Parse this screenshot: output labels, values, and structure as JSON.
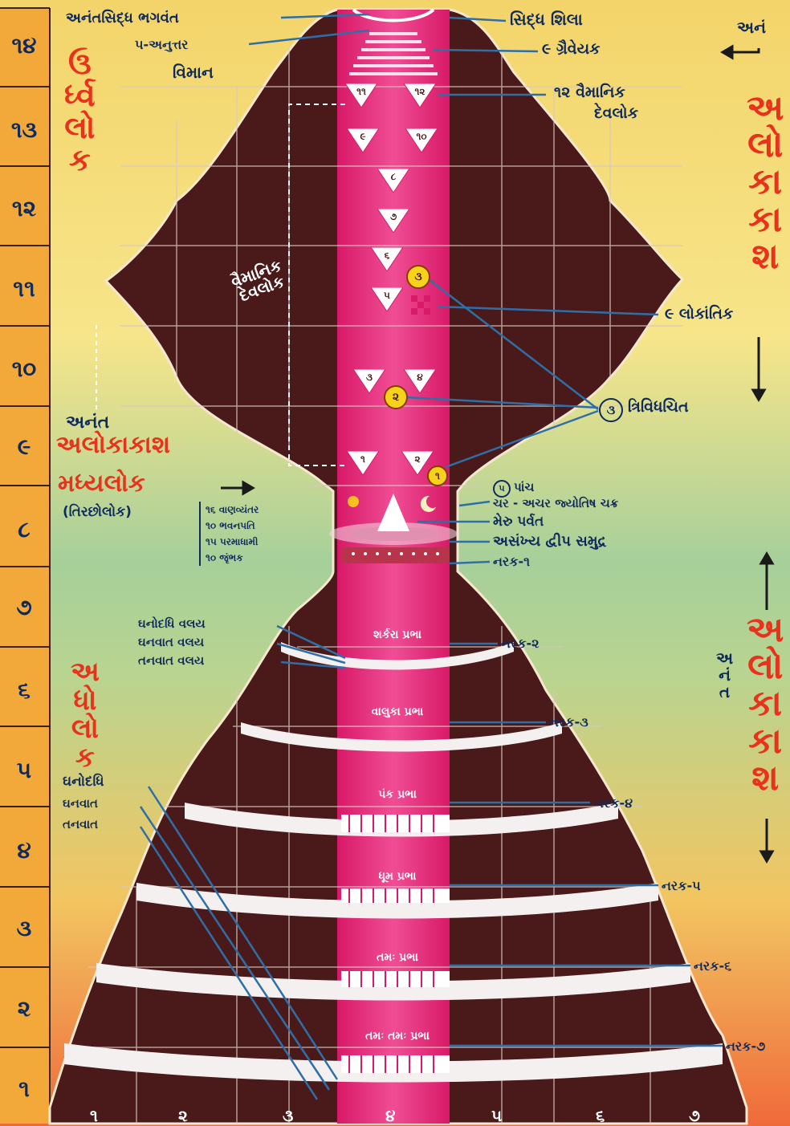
{
  "ruler": [
    "૧૪",
    "૧૩",
    "૧૨",
    "૧૧",
    "૧૦",
    "૯",
    "૮",
    "૭",
    "૬",
    "૫",
    "૪",
    "૩",
    "૨",
    "૧"
  ],
  "bottom_axis": [
    "૧",
    "૨",
    "૩",
    "૪",
    "૫",
    "૬",
    "૭"
  ],
  "top_labels": {
    "anant_siddh": "અનંતસિદ્ધ ભગવંત",
    "anuttar": "૫-અનુત્તર",
    "viman": "વિમાન",
    "siddh_shila": "સિદ્ધ શિલા",
    "graiveyak": "૯ ગ્રૈવેયક",
    "vaimanik_12": "૧૨ વૈમાનિક",
    "devlok": "દેવલોક",
    "anan_top": "અનં"
  },
  "urdhva_lok": [
    "ઉ",
    "ર્ધ્વ",
    "લો",
    "ક"
  ],
  "alokakash_right": [
    "અ",
    "લો",
    "કા",
    "કા",
    "શ"
  ],
  "alokakash_right2": [
    "અ",
    "લો",
    "કા",
    "કા",
    "શ"
  ],
  "adho_lok": [
    "અ",
    "ધો",
    "લો",
    "ક"
  ],
  "vert_label_anant": [
    "અ",
    "નં",
    "ત"
  ],
  "vaimanik_devlok_diag": [
    "વૈમાનિક",
    "દેવલોક"
  ],
  "lokantik": "૯ લોકાંતિક",
  "trividh": "ત્રિવિધચિત",
  "trividh_num": "૩",
  "anant": "અનંત",
  "alokakash_mid": "અલોકાકાશ",
  "madhya_lok": "મધ્યલોક",
  "tirchha_lok": "(તિરછોલોક)",
  "vyantar_list": [
    "૧૬ વાણવ્યંતર",
    "૧૦ ભવનપતિ",
    "૧૫ પરમાધામી",
    "૧૦ જૃંભક"
  ],
  "panch_title": "પાંચ",
  "panch_num": "૫",
  "jyotish": "ચર - અચર જ્યોતિષ ચક્ર",
  "meru": "મેરુ પર્વત",
  "asankhya": "અસંખ્ય દ્વીપ સમુદ્ર",
  "narak": [
    "નરક-૧",
    "નરક-૨",
    "નરક-૩",
    "નરક-૪",
    "નરક-૫",
    "નરક-૬",
    "નરક-૭"
  ],
  "valay": [
    "ઘનોદધિ વલય",
    "ઘનવાત વલય",
    "તનવાત વલય"
  ],
  "lower_valay": [
    "ઘનોદધિ",
    "ઘનવાત",
    "તનવાત"
  ],
  "prabha": [
    "શર્કરા પ્રભા",
    "વાલુકા પ્રભા",
    "પંક પ્રભા",
    "ધૂમ પ્રભા",
    "તમઃ પ્રભા",
    "તમઃ તમઃ પ્રભા"
  ],
  "vaimanik_tri": [
    {
      "id": "11",
      "text": "૧૧"
    },
    {
      "id": "12",
      "text": "૧૨"
    },
    {
      "id": "9",
      "text": "૯"
    },
    {
      "id": "10",
      "text": "૧૦"
    },
    {
      "id": "8",
      "text": "૮"
    },
    {
      "id": "7",
      "text": "૭"
    },
    {
      "id": "6",
      "text": "૬"
    },
    {
      "id": "5",
      "text": "૫"
    },
    {
      "id": "3",
      "text": "૩"
    },
    {
      "id": "4",
      "text": "૪"
    },
    {
      "id": "1",
      "text": "૧"
    },
    {
      "id": "2",
      "text": "૨"
    }
  ],
  "circle_nums": [
    "૩",
    "૨",
    "૧"
  ],
  "colors": {
    "brown": "#4a1a1a",
    "pink": "#e8307c",
    "ruler": "#f2a93a",
    "text_dark": "#0f2a5c",
    "text_red": "#e8321c"
  }
}
